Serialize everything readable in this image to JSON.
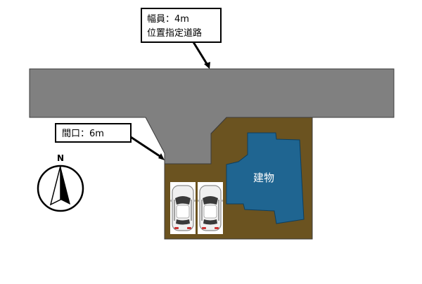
{
  "road_label": {
    "width": "幅員：4m",
    "type": "位置指定道路"
  },
  "frontage_label": "間口：6m",
  "building_label": "建物",
  "compass_label": "N",
  "parking": {
    "car_count": 2
  },
  "colors": {
    "road": "#808080",
    "lot": "#6b5320",
    "building": "#1f6591",
    "label_border": "#000000"
  },
  "icons": [
    "north-arrow-icon",
    "car-icon"
  ]
}
